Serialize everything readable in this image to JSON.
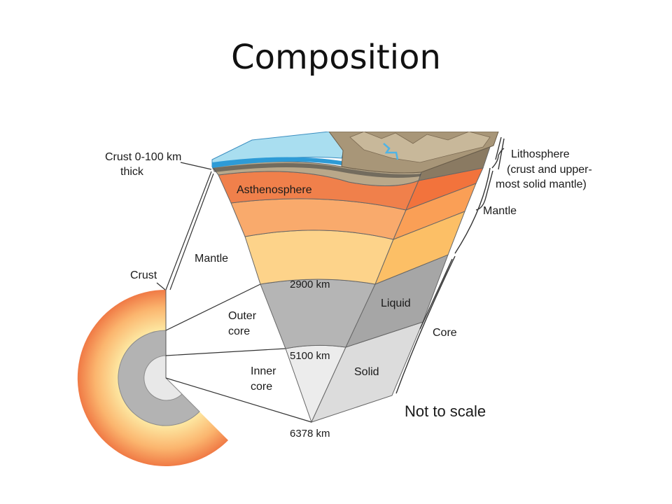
{
  "title": "Composition",
  "labels": {
    "crust_thickness_line1": "Crust 0-100 km",
    "crust_thickness_line2": "thick",
    "asthenosphere": "Asthenosphere",
    "lithosphere_line1": "Lithosphere",
    "lithosphere_line2": "(crust and upper-",
    "lithosphere_line3": "most solid mantle)",
    "mantle_right": "Mantle",
    "mantle_left": "Mantle",
    "crust_left": "Crust",
    "depth_2900": "2900 km",
    "liquid": "Liquid",
    "outer_core_line1": "Outer",
    "outer_core_line2": "core",
    "core_right": "Core",
    "depth_5100": "5100 km",
    "inner_core_line1": "Inner",
    "inner_core_line2": "core",
    "solid": "Solid",
    "not_to_scale": "Not to scale",
    "depth_6378": "6378 km"
  },
  "colors": {
    "ocean": "#a9def0",
    "crust": "#b9a88a",
    "asthenosphere": "#f07f4a",
    "upper_mantle": "#f9a86a",
    "lower_mantle": "#fdd28a",
    "outer_core": "#b3b3b3",
    "inner_core": "#e6e6e6"
  }
}
